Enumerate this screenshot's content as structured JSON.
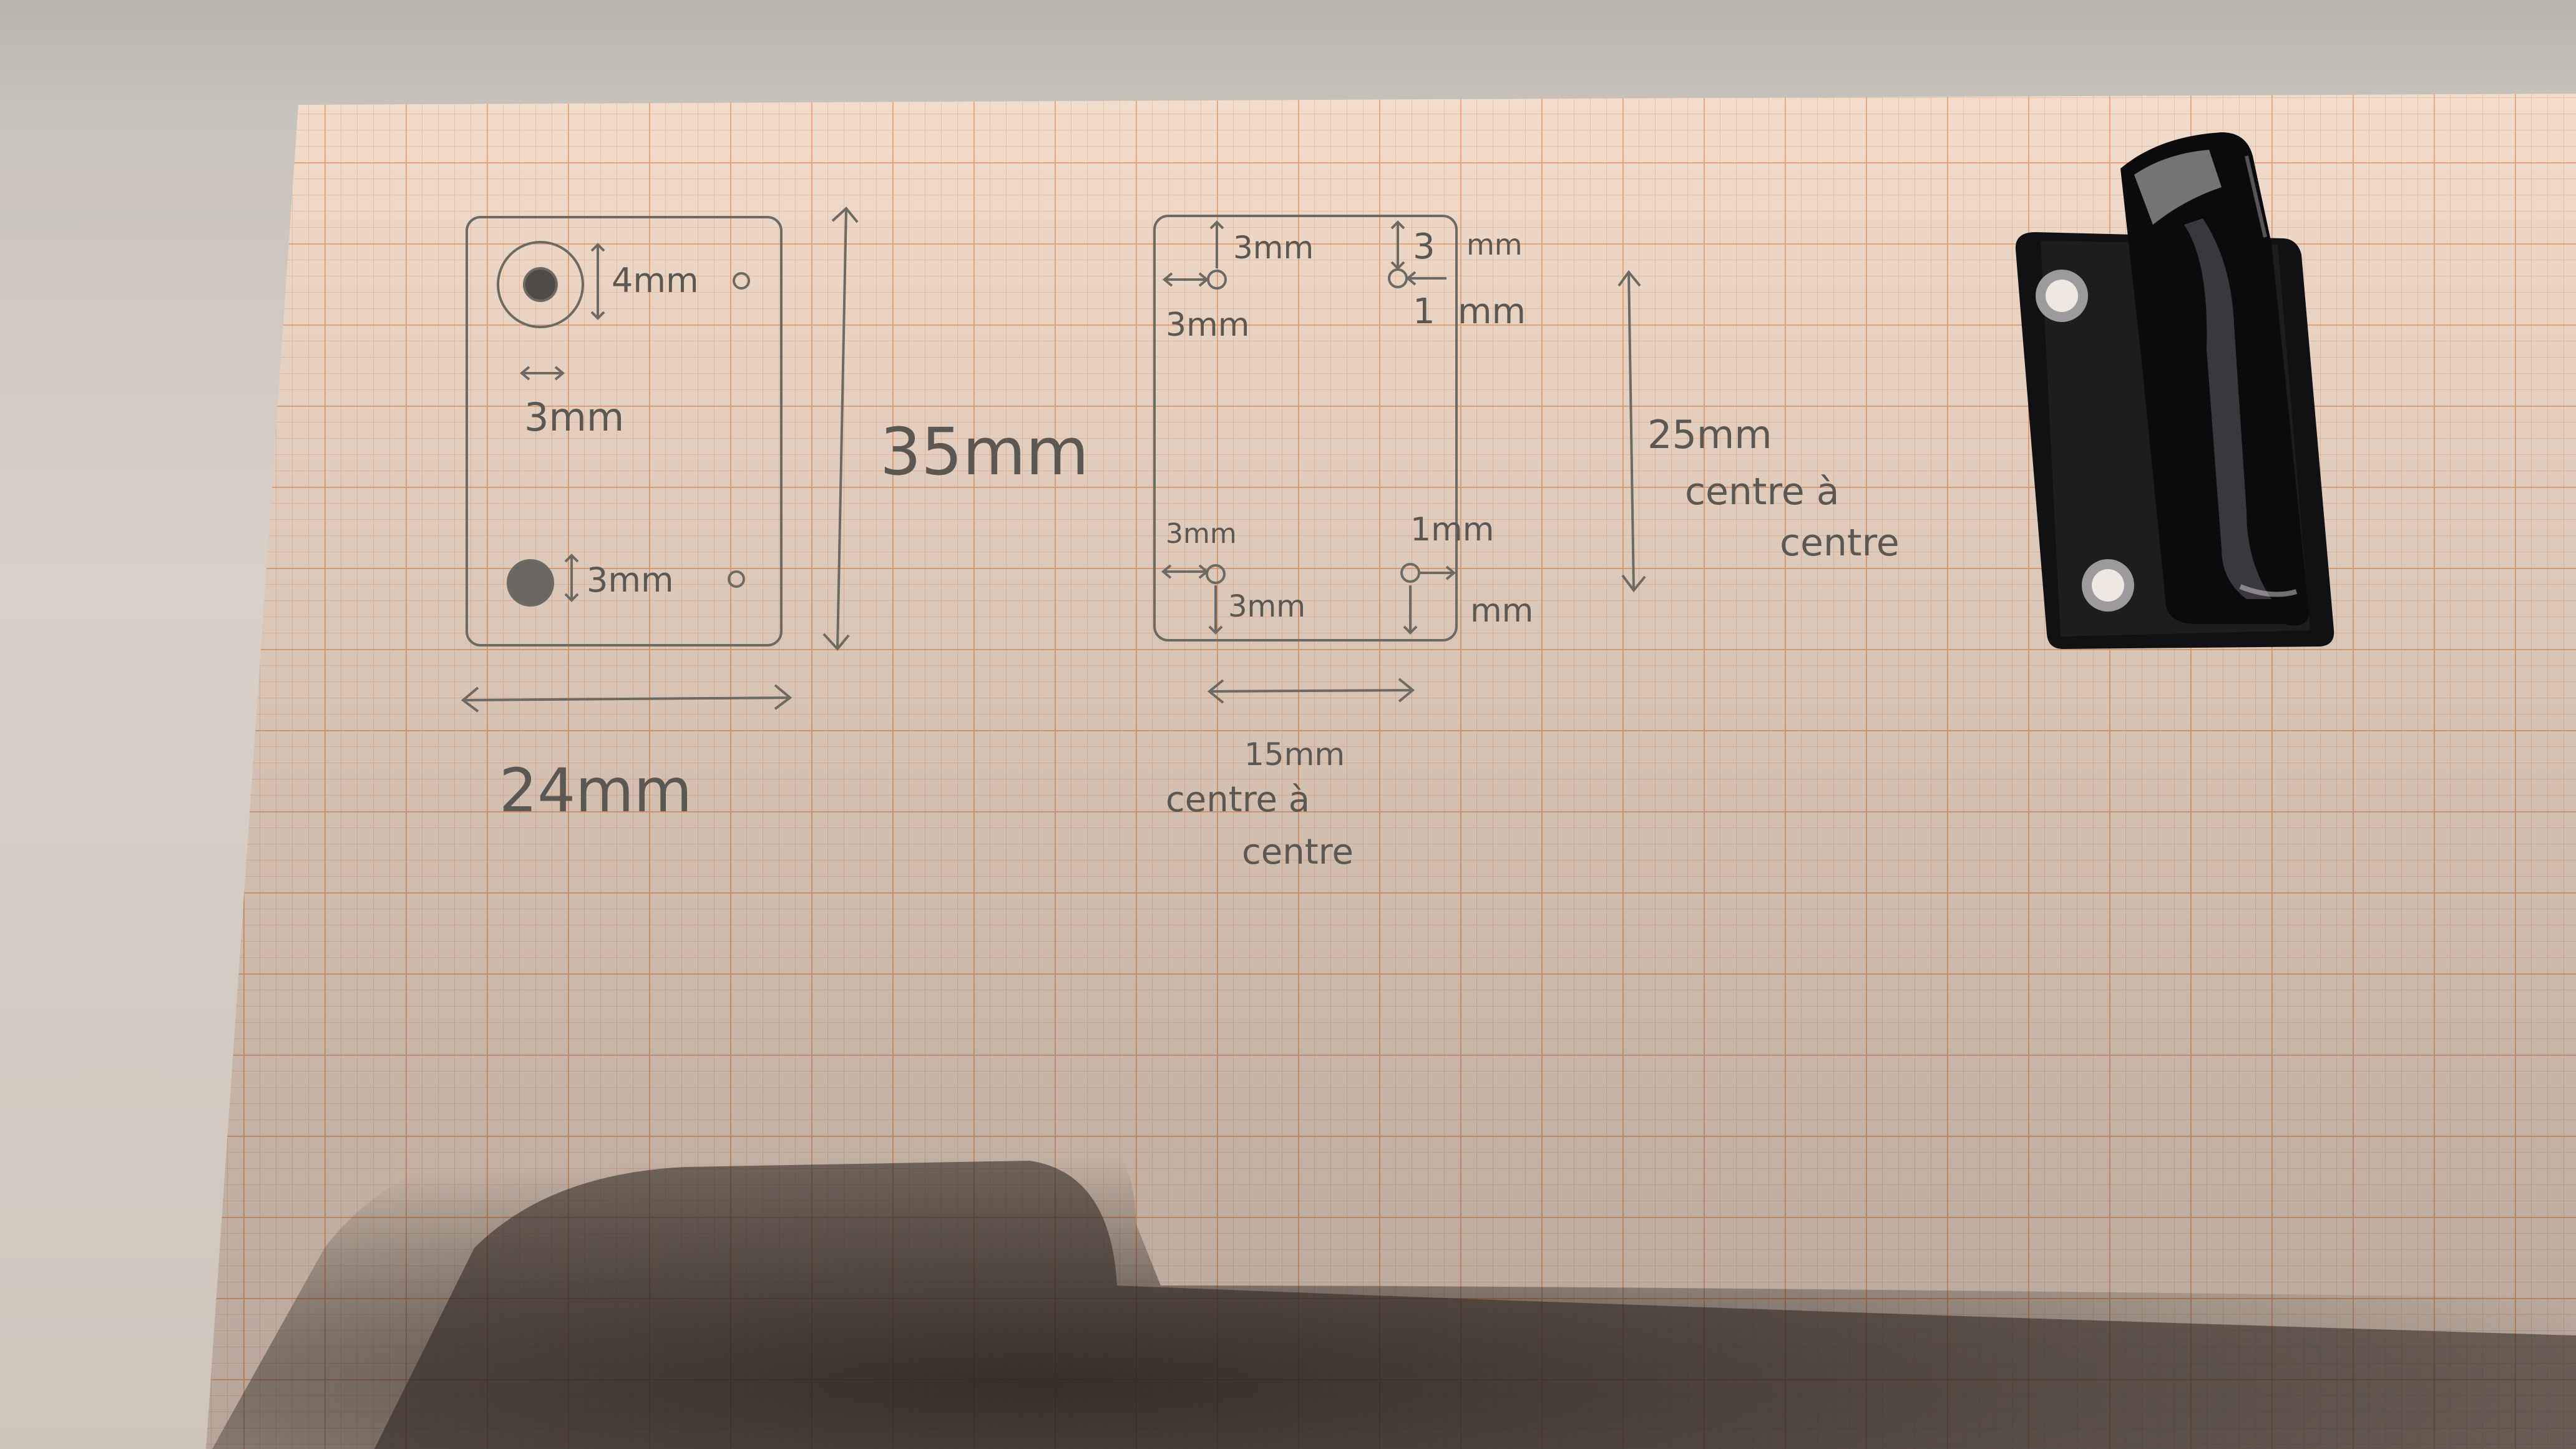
{
  "scene": {
    "paper": "graph-paper",
    "grid_color": "#e9a77f",
    "paper_color": "#f1d9c6",
    "pencil_color": "#5b5752",
    "object": "black-metal-bracket"
  },
  "left_drawing": {
    "hole_top_offset": "4mm",
    "hole_side_offset": "3mm",
    "hole_bottom_offset": "3mm",
    "height": "35mm",
    "width": "24mm"
  },
  "middle_drawing": {
    "top_left_vertical": "3mm",
    "top_left_horizontal": "3mm",
    "top_right_vertical": "3",
    "top_right_vertical_unit": "mm",
    "top_right_horizontal": "1",
    "top_right_horizontal_unit": "mm",
    "bottom_left_horizontal": "3mm",
    "bottom_left_vertical": "3mm",
    "bottom_right_horizontal": "1mm",
    "bottom_right_vertical_unit": "mm",
    "bottom_spacing": "15mm",
    "bottom_spacing_note_1": "centre à",
    "bottom_spacing_note_2": "centre",
    "vertical_spacing": "25mm",
    "vertical_spacing_note_1": "centre à",
    "vertical_spacing_note_2": "centre"
  }
}
